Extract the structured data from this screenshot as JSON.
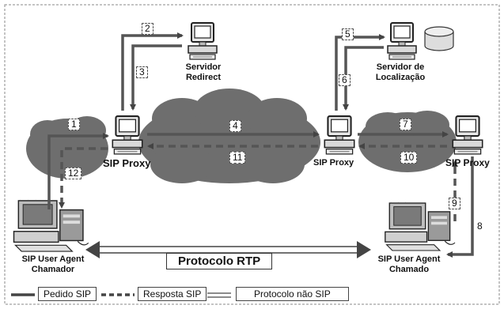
{
  "nodes": {
    "sip_proxy_left": "SIP Proxy",
    "sip_proxy_center": "SIP Proxy",
    "sip_proxy_right": "SIP Proxy",
    "redirect_server_line1": "Servidor",
    "redirect_server_line2": "Redirect",
    "location_server_line1": "Servidor de",
    "location_server_line2": "Localização",
    "caller_line1": "SIP User Agent",
    "caller_line2": "Chamador",
    "callee_line1": "SIP User Agent",
    "callee_line2": "Chamado"
  },
  "steps": [
    "1",
    "2",
    "3",
    "4",
    "5",
    "6",
    "7",
    "8",
    "9",
    "10",
    "11",
    "12"
  ],
  "rtp_label": "Protocolo RTP",
  "legend": {
    "request": "Pedido SIP",
    "response": "Resposta SIP",
    "non_sip": "Protocolo não SIP"
  },
  "colors": {
    "cloud": "#6e6e6e",
    "arrow": "#555555",
    "border": "#888888"
  }
}
